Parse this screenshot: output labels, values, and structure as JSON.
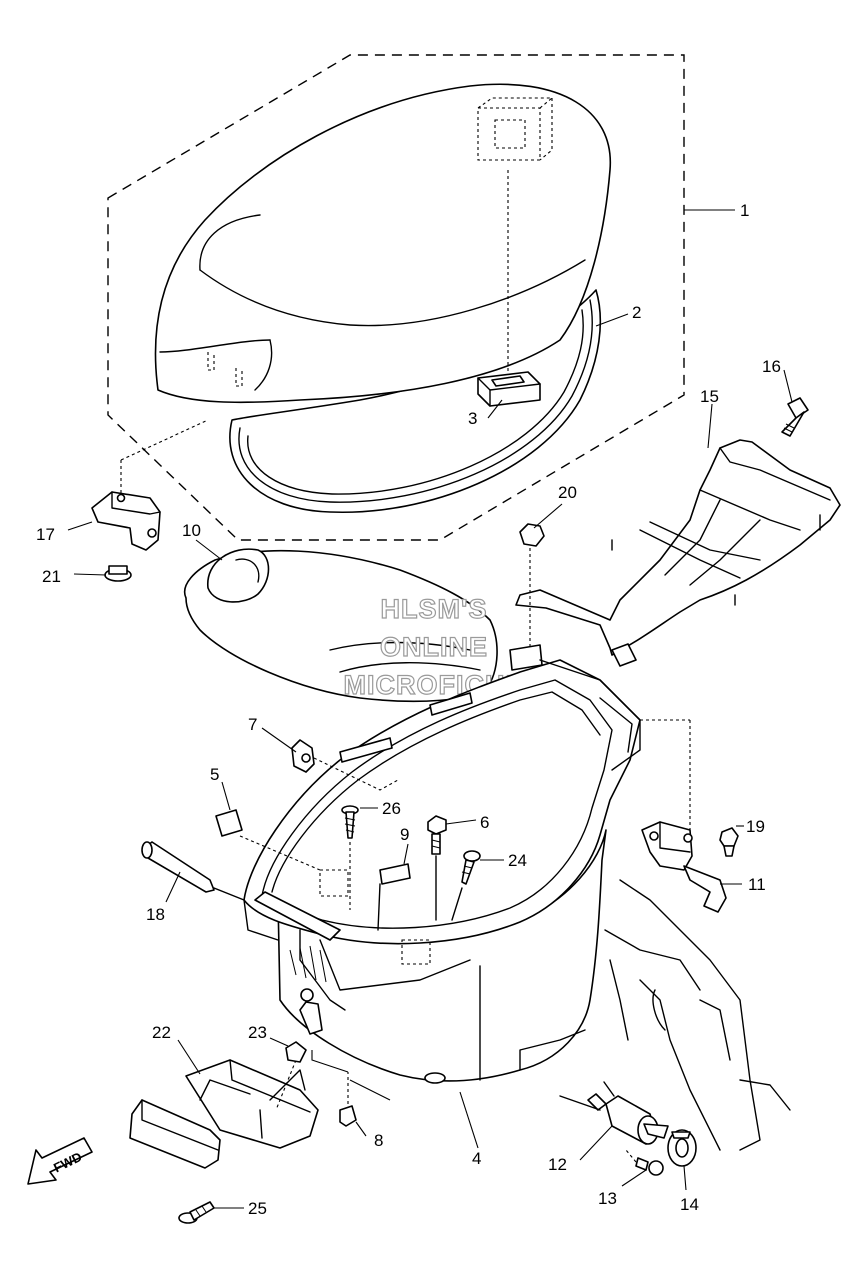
{
  "watermark": {
    "line1": "HLSM'S",
    "line2": "ONLINE",
    "line3": "MICROFICHE"
  },
  "fwd_label": "FWD",
  "callouts": [
    {
      "id": "c1",
      "label": "1"
    },
    {
      "id": "c2",
      "label": "2"
    },
    {
      "id": "c3",
      "label": "3"
    },
    {
      "id": "c4",
      "label": "4"
    },
    {
      "id": "c5",
      "label": "5"
    },
    {
      "id": "c6",
      "label": "6"
    },
    {
      "id": "c7",
      "label": "7"
    },
    {
      "id": "c8",
      "label": "8"
    },
    {
      "id": "c9",
      "label": "9"
    },
    {
      "id": "c10",
      "label": "10"
    },
    {
      "id": "c11",
      "label": "11"
    },
    {
      "id": "c12",
      "label": "12"
    },
    {
      "id": "c13",
      "label": "13"
    },
    {
      "id": "c14",
      "label": "14"
    },
    {
      "id": "c15",
      "label": "15"
    },
    {
      "id": "c16",
      "label": "16"
    },
    {
      "id": "c17",
      "label": "17"
    },
    {
      "id": "c18",
      "label": "18"
    },
    {
      "id": "c19",
      "label": "19"
    },
    {
      "id": "c20",
      "label": "20"
    },
    {
      "id": "c21",
      "label": "21"
    },
    {
      "id": "c22",
      "label": "22"
    },
    {
      "id": "c23",
      "label": "23"
    },
    {
      "id": "c24",
      "label": "24"
    },
    {
      "id": "c25",
      "label": "25"
    },
    {
      "id": "c26",
      "label": "26"
    }
  ]
}
